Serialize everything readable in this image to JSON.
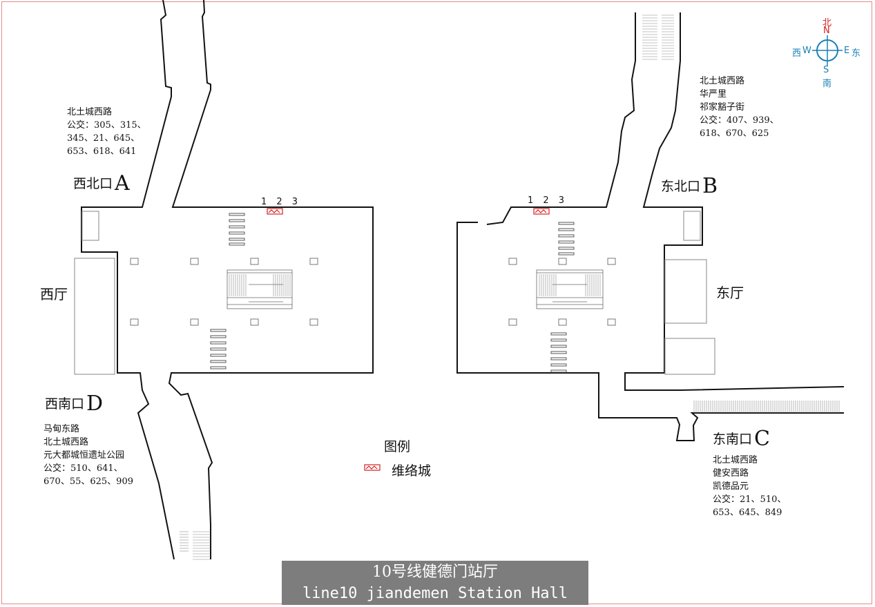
{
  "exits": {
    "a": {
      "name": "西北口",
      "letter": "A",
      "info": [
        "北土城西路",
        "公交：305、315、",
        "345、21、645、",
        "653、618、641"
      ]
    },
    "b": {
      "name": "东北口",
      "letter": "B",
      "info": [
        "北土城西路",
        "华严里",
        "祁家豁子街",
        "公交：407、939、",
        "618、670、625"
      ]
    },
    "c": {
      "name": "东南口",
      "letter": "C",
      "info": [
        "北土城西路",
        "健安西路",
        "凯德品元",
        "公交：21、510、",
        "653、645、849"
      ]
    },
    "d": {
      "name": "西南口",
      "letter": "D",
      "info": [
        "马甸东路",
        "北土城西路",
        "元大都城恒遗址公园",
        "公交：510、641、",
        "670、55、625、909"
      ]
    }
  },
  "halls": {
    "west": "西厅",
    "east": "东厅"
  },
  "gates": {
    "west": "1 2 3",
    "east": "1 2 3"
  },
  "legend": {
    "title": "图例",
    "item": "维络城",
    "color": "#d42020"
  },
  "title": {
    "cn": "10号线健德门站厅",
    "en": "line10 jiandemen Station Hall"
  },
  "compass": {
    "north_cn": "北",
    "north_en": "N",
    "south_cn": "南",
    "south_en": "S",
    "east_cn": "东",
    "east_en": "E",
    "west_cn": "西",
    "west_en": "W",
    "north_color": "#d42020",
    "color": "#1a7fb5"
  }
}
